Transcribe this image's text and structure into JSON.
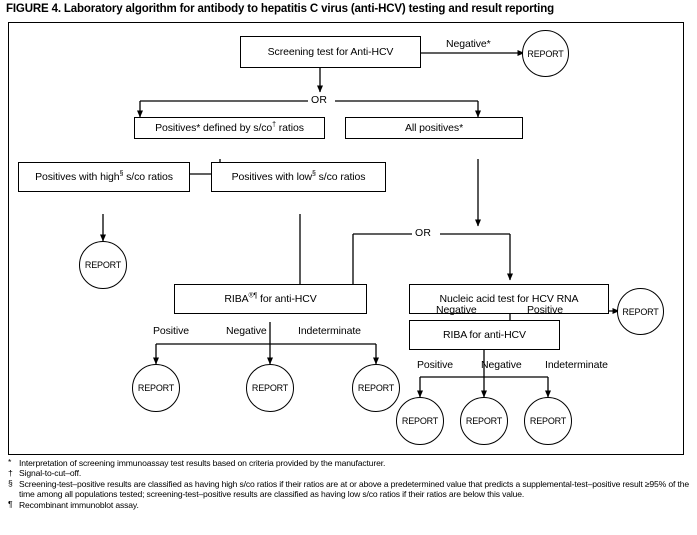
{
  "figure": {
    "title": "FIGURE 4. Laboratory algorithm for antibody to hepatitis C virus (anti-HCV) testing and result reporting"
  },
  "diagram_data": {
    "type": "flowchart",
    "nodes": [
      {
        "id": "screening",
        "shape": "box",
        "label": "Screening test for Anti-HCV"
      },
      {
        "id": "report-neg-screen",
        "shape": "circle",
        "label": "REPORT"
      },
      {
        "id": "or-1",
        "shape": "junction",
        "label": "OR"
      },
      {
        "id": "positives-sco",
        "shape": "box",
        "label": "Positives* defined by s/co† ratios"
      },
      {
        "id": "all-positives",
        "shape": "box",
        "label": "All positives*"
      },
      {
        "id": "positives-high",
        "shape": "box",
        "label": "Positives with high§ s/co ratios"
      },
      {
        "id": "positives-low",
        "shape": "box",
        "label": "Positives with low§ s/co ratios"
      },
      {
        "id": "report-high",
        "shape": "circle",
        "label": "REPORT"
      },
      {
        "id": "or-2",
        "shape": "junction",
        "label": "OR"
      },
      {
        "id": "riba-1",
        "shape": "box",
        "label": "RIBA®¶ for anti-HCV"
      },
      {
        "id": "nat",
        "shape": "box",
        "label": "Nucleic acid test for HCV RNA"
      },
      {
        "id": "report-nat-pos",
        "shape": "circle",
        "label": "REPORT"
      },
      {
        "id": "riba-2",
        "shape": "box",
        "label": "RIBA for anti-HCV"
      },
      {
        "id": "report-riba1-pos",
        "shape": "circle",
        "label": "REPORT"
      },
      {
        "id": "report-riba1-neg",
        "shape": "circle",
        "label": "REPORT"
      },
      {
        "id": "report-riba1-ind",
        "shape": "circle",
        "label": "REPORT"
      },
      {
        "id": "report-riba2-pos",
        "shape": "circle",
        "label": "REPORT"
      },
      {
        "id": "report-riba2-neg",
        "shape": "circle",
        "label": "REPORT"
      },
      {
        "id": "report-riba2-ind",
        "shape": "circle",
        "label": "REPORT"
      }
    ],
    "edges": [
      {
        "from": "screening",
        "to": "report-neg-screen",
        "label": "Negative*"
      },
      {
        "from": "screening",
        "to": "or-1",
        "label": ""
      },
      {
        "from": "or-1",
        "to": "positives-sco",
        "label": ""
      },
      {
        "from": "or-1",
        "to": "all-positives",
        "label": ""
      },
      {
        "from": "positives-sco",
        "to": "positives-high",
        "label": ""
      },
      {
        "from": "positives-sco",
        "to": "positives-low",
        "label": ""
      },
      {
        "from": "positives-high",
        "to": "report-high",
        "label": ""
      },
      {
        "from": "positives-low",
        "to": "riba-1",
        "label": ""
      },
      {
        "from": "all-positives",
        "to": "or-2",
        "label": ""
      },
      {
        "from": "or-2",
        "to": "riba-1",
        "label": ""
      },
      {
        "from": "or-2",
        "to": "nat",
        "label": ""
      },
      {
        "from": "nat",
        "to": "riba-2",
        "label": "Negative"
      },
      {
        "from": "nat",
        "to": "report-nat-pos",
        "label": "Positive"
      },
      {
        "from": "riba-1",
        "to": "report-riba1-pos",
        "label": "Positive"
      },
      {
        "from": "riba-1",
        "to": "report-riba1-neg",
        "label": "Negative"
      },
      {
        "from": "riba-1",
        "to": "report-riba1-ind",
        "label": "Indeterminate"
      },
      {
        "from": "riba-2",
        "to": "report-riba2-pos",
        "label": "Positive"
      },
      {
        "from": "riba-2",
        "to": "report-riba2-neg",
        "label": "Negative"
      },
      {
        "from": "riba-2",
        "to": "report-riba2-ind",
        "label": "Indeterminate"
      }
    ]
  },
  "nodes": {
    "screening": "Screening test for Anti-HCV",
    "report_neg_screen": "REPORT",
    "or_1": "OR",
    "positives_sco_pre": "Positives* defined by s/co",
    "positives_sco_sup": "†",
    "positives_sco_post": " ratios",
    "all_positives": "All positives*",
    "positives_high_pre": "Positives with high",
    "positives_high_sup": "§",
    "positives_high_post": " s/co ratios",
    "positives_low_pre": "Positives with low",
    "positives_low_sup": "§",
    "positives_low_post": " s/co ratios",
    "report_high": "REPORT",
    "or_2": "OR",
    "riba_1_pre": "RIBA",
    "riba_1_sup": "®¶",
    "riba_1_post": " for anti-HCV",
    "nat": "Nucleic acid test for HCV RNA",
    "report_nat_pos": "REPORT",
    "riba_2": "RIBA for anti-HCV",
    "report_riba1_pos": "REPORT",
    "report_riba1_neg": "REPORT",
    "report_riba1_ind": "REPORT",
    "report_riba2_pos": "REPORT",
    "report_riba2_neg": "REPORT",
    "report_riba2_ind": "REPORT"
  },
  "edge_labels": {
    "screen_negative": "Negative*",
    "nat_negative": "Negative",
    "nat_positive": "Positive",
    "riba1_positive": "Positive",
    "riba1_negative": "Negative",
    "riba1_indeterminate": "Indeterminate",
    "riba2_positive": "Positive",
    "riba2_negative": "Negative",
    "riba2_indeterminate": "Indeterminate"
  },
  "footnotes": [
    {
      "mark": "*",
      "text": "Interpretation of screening immunoassay test results based on criteria provided by the manufacturer."
    },
    {
      "mark": "†",
      "text": "Signal-to-cut–off."
    },
    {
      "mark": "§",
      "text": "Screening-test–positive results are classified as having high s/co ratios if their ratios are at or above a predetermined value that predicts a supplemental-test–positive result ≥95% of the time among all populations tested; screening-test–positive results are classified as having low s/co ratios if their ratios are below this value."
    },
    {
      "mark": "¶",
      "text": "Recombinant immunoblot assay."
    }
  ],
  "colors": {
    "stroke": "#000000",
    "background": "#ffffff"
  }
}
